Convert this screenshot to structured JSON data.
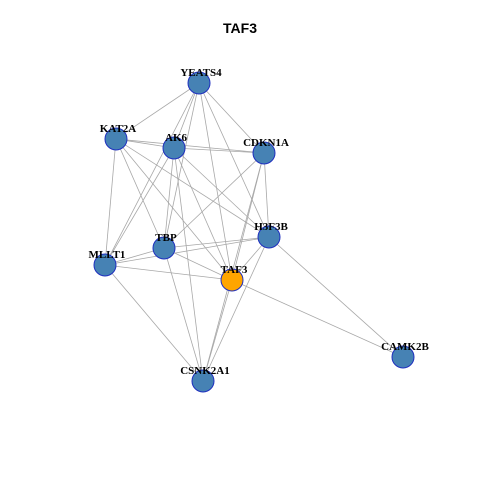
{
  "title": "TAF3",
  "colors": {
    "node": "#4682b4",
    "highlight": "#ffa500",
    "edge": "#a8a8a8",
    "node_border": "#1f2fbf"
  },
  "nodes": [
    {
      "id": "YEATS4",
      "label": "YEATS4",
      "highlight": false
    },
    {
      "id": "KAT2A",
      "label": "KAT2A",
      "highlight": false
    },
    {
      "id": "AK6",
      "label": "AK6",
      "highlight": false
    },
    {
      "id": "CDKN1A",
      "label": "CDKN1A",
      "highlight": false
    },
    {
      "id": "H3F3B",
      "label": "H3F3B",
      "highlight": false
    },
    {
      "id": "TBP",
      "label": "TBP",
      "highlight": false
    },
    {
      "id": "MLLT1",
      "label": "MLLT1",
      "highlight": false
    },
    {
      "id": "TAF3",
      "label": "TAF3",
      "highlight": true
    },
    {
      "id": "CAMK2B",
      "label": "CAMK2B",
      "highlight": false
    },
    {
      "id": "CSNK2A1",
      "label": "CSNK2A1",
      "highlight": false
    }
  ],
  "edges": [
    [
      "YEATS4",
      "KAT2A"
    ],
    [
      "YEATS4",
      "AK6"
    ],
    [
      "YEATS4",
      "CDKN1A"
    ],
    [
      "YEATS4",
      "H3F3B"
    ],
    [
      "YEATS4",
      "TBP"
    ],
    [
      "YEATS4",
      "MLLT1"
    ],
    [
      "YEATS4",
      "TAF3"
    ],
    [
      "KAT2A",
      "AK6"
    ],
    [
      "KAT2A",
      "CDKN1A"
    ],
    [
      "KAT2A",
      "H3F3B"
    ],
    [
      "KAT2A",
      "TBP"
    ],
    [
      "KAT2A",
      "MLLT1"
    ],
    [
      "KAT2A",
      "TAF3"
    ],
    [
      "AK6",
      "CDKN1A"
    ],
    [
      "AK6",
      "H3F3B"
    ],
    [
      "AK6",
      "TBP"
    ],
    [
      "AK6",
      "MLLT1"
    ],
    [
      "AK6",
      "TAF3"
    ],
    [
      "AK6",
      "CSNK2A1"
    ],
    [
      "CDKN1A",
      "TBP"
    ],
    [
      "CDKN1A",
      "TAF3"
    ],
    [
      "CDKN1A",
      "H3F3B"
    ],
    [
      "CDKN1A",
      "CSNK2A1"
    ],
    [
      "H3F3B",
      "TBP"
    ],
    [
      "H3F3B",
      "MLLT1"
    ],
    [
      "H3F3B",
      "TAF3"
    ],
    [
      "H3F3B",
      "CAMK2B"
    ],
    [
      "H3F3B",
      "CSNK2A1"
    ],
    [
      "TBP",
      "MLLT1"
    ],
    [
      "TBP",
      "TAF3"
    ],
    [
      "TBP",
      "CSNK2A1"
    ],
    [
      "MLLT1",
      "TAF3"
    ],
    [
      "MLLT1",
      "CSNK2A1"
    ],
    [
      "TAF3",
      "CAMK2B"
    ],
    [
      "TAF3",
      "CSNK2A1"
    ]
  ]
}
